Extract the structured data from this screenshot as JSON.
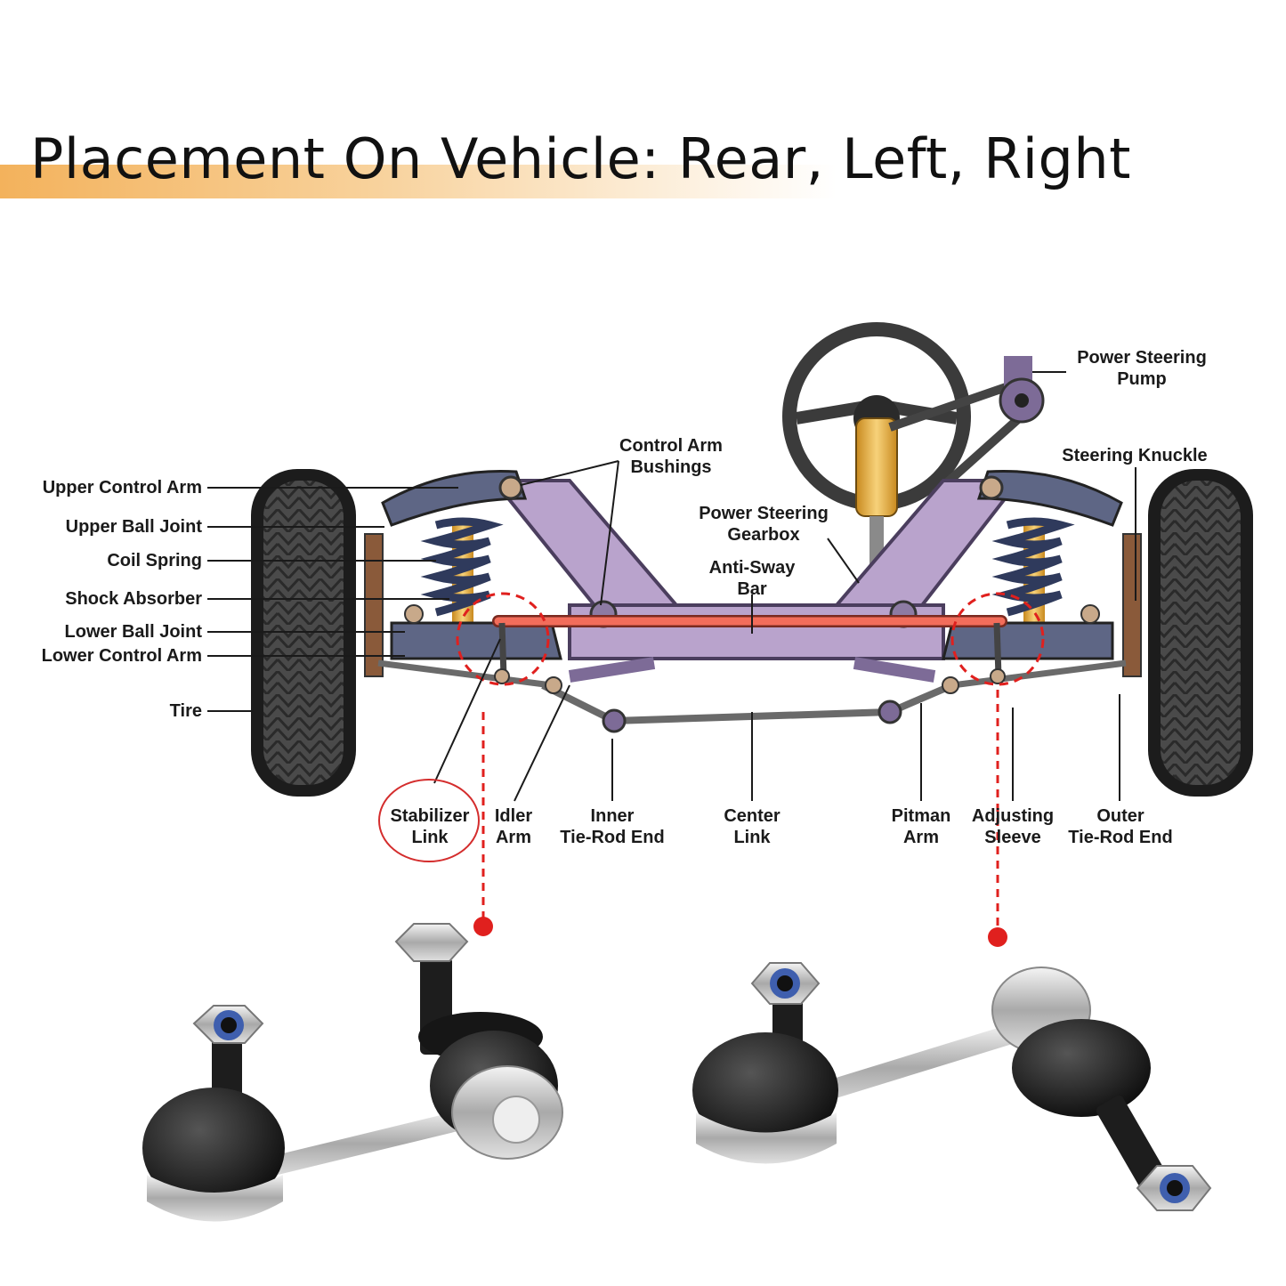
{
  "title": "Placement On Vehicle: Rear, Left, Right",
  "labels": {
    "upper_control_arm": "Upper Control Arm",
    "upper_ball_joint": "Upper Ball Joint",
    "coil_spring": "Coil Spring",
    "shock_absorber": "Shock Absorber",
    "lower_ball_joint": "Lower Ball Joint",
    "lower_control_arm": "Lower Control Arm",
    "tire": "Tire",
    "control_arm_bushings_1": "Control Arm",
    "control_arm_bushings_2": "Bushings",
    "power_steering_gearbox_1": "Power Steering",
    "power_steering_gearbox_2": "Gearbox",
    "anti_sway_bar_1": "Anti-Sway",
    "anti_sway_bar_2": "Bar",
    "power_steering_pump_1": "Power Steering",
    "power_steering_pump_2": "Pump",
    "steering_knuckle": "Steering Knuckle",
    "stabilizer_link_1": "Stabilizer",
    "stabilizer_link_2": "Link",
    "idler_arm_1": "Idler",
    "idler_arm_2": "Arm",
    "inner_tie_rod_1": "Inner",
    "inner_tie_rod_2": "Tie-Rod End",
    "center_link_1": "Center",
    "center_link_2": "Link",
    "pitman_arm_1": "Pitman",
    "pitman_arm_2": "Arm",
    "adjusting_sleeve_1": "Adjusting",
    "adjusting_sleeve_2": "Sleeve",
    "outer_tie_rod_1": "Outer",
    "outer_tie_rod_2": "Tie-Rod End"
  },
  "colors": {
    "frame": "#b9a3cc",
    "arm": "#5e6685",
    "sway_bar": "#f26d5b",
    "highlight": "#e0201e",
    "title_band": "#f3b25c"
  }
}
